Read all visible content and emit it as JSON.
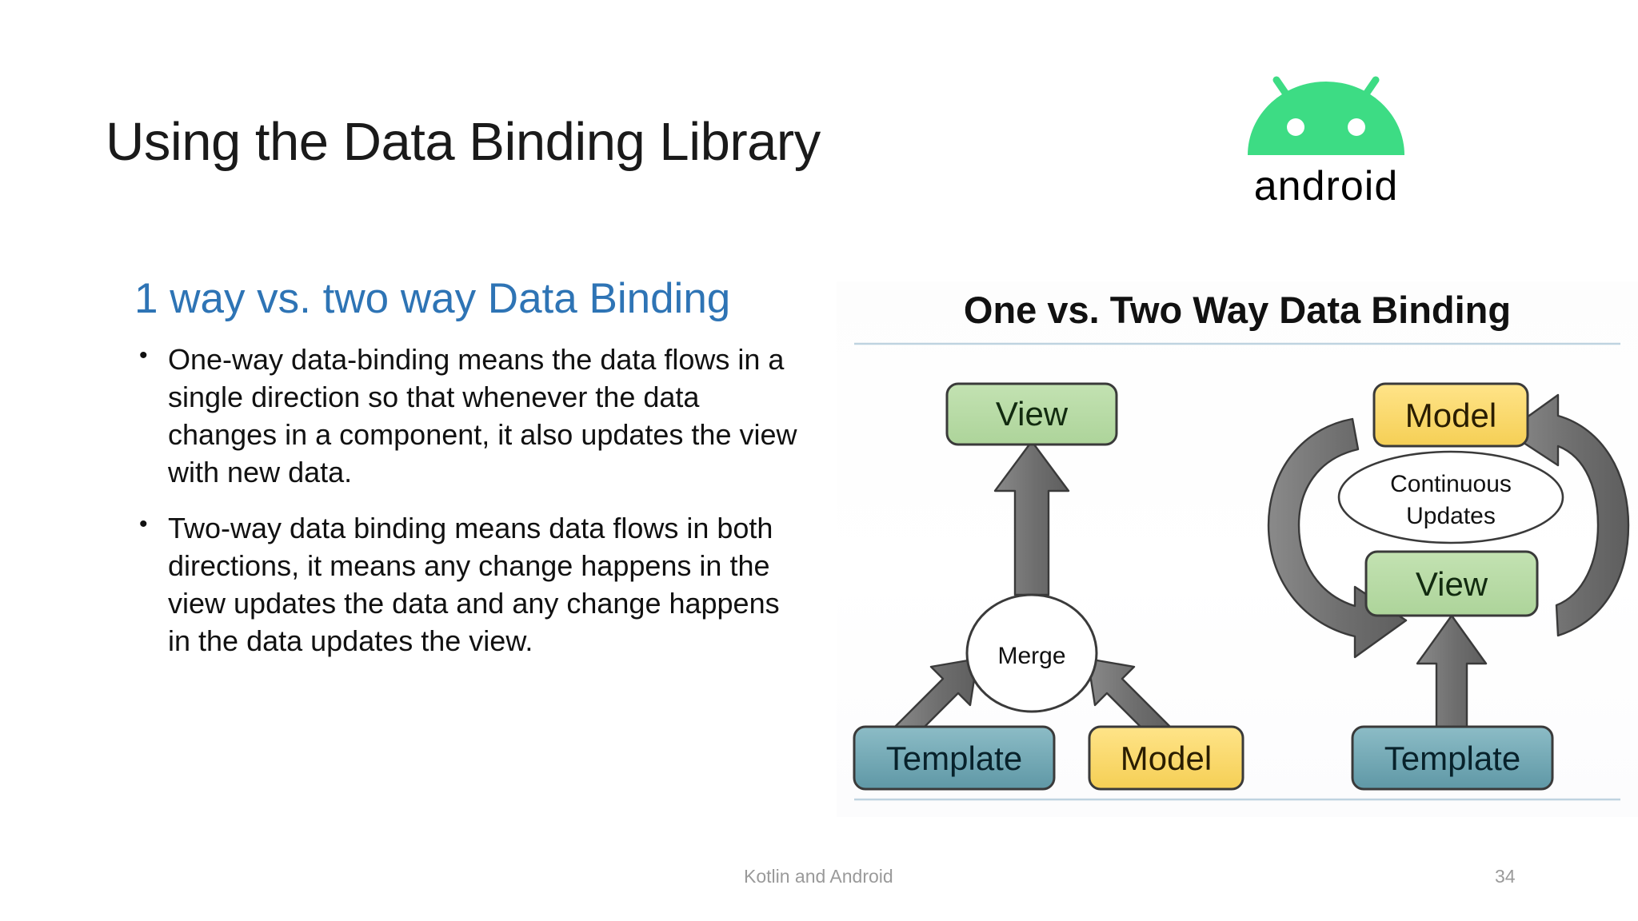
{
  "slide": {
    "title": "Using the Data Binding Library",
    "section_heading": "1 way vs. two way Data Binding",
    "bullets": [
      "One-way data-binding means the data flows in a single direction so that whenever the data changes in a component, it also updates the view with new data.",
      "Two-way data binding means data flows in both directions, it means any change happens in the view updates the data and any change happens in the data updates the view."
    ]
  },
  "logo": {
    "wordmark": "android",
    "robot_color": "#3DDC84",
    "wordmark_color": "#000000"
  },
  "footer": {
    "note": "Kotlin and Android",
    "page_number": "34"
  },
  "diagram": {
    "title": "One vs. Two Way Data Binding",
    "left_panel": {
      "name": "one-way-binding",
      "nodes": [
        {
          "id": "view",
          "label": "View",
          "shape": "rounded-rect",
          "fill": "#B7DBA4"
        },
        {
          "id": "merge",
          "label": "Merge",
          "shape": "ellipse",
          "fill": "#FFFFFF"
        },
        {
          "id": "template",
          "label": "Template",
          "shape": "rounded-rect",
          "fill": "#6FA3B0"
        },
        {
          "id": "model",
          "label": "Model",
          "shape": "rounded-rect",
          "fill": "#F9DA6C"
        }
      ],
      "edges": [
        {
          "from": "merge",
          "to": "view",
          "style": "straight-arrow"
        },
        {
          "from": "template",
          "to": "merge",
          "style": "diagonal-arrow"
        },
        {
          "from": "model",
          "to": "merge",
          "style": "diagonal-arrow"
        }
      ]
    },
    "right_panel": {
      "name": "two-way-binding",
      "nodes": [
        {
          "id": "model",
          "label": "Model",
          "shape": "rounded-rect",
          "fill": "#F9DA6C"
        },
        {
          "id": "continuous-updates",
          "label_line1": "Continuous",
          "label_line2": "Updates",
          "shape": "ellipse",
          "fill": "#FFFFFF"
        },
        {
          "id": "view",
          "label": "View",
          "shape": "rounded-rect",
          "fill": "#B7DBA4"
        },
        {
          "id": "template",
          "label": "Template",
          "shape": "rounded-rect",
          "fill": "#6FA3B0"
        }
      ],
      "edges": [
        {
          "from": "model",
          "to": "view",
          "style": "curved-arrow-left"
        },
        {
          "from": "view",
          "to": "model",
          "style": "curved-arrow-right"
        },
        {
          "from": "template",
          "to": "view",
          "style": "straight-arrow"
        }
      ]
    },
    "arrow_color": "#6E6E6E",
    "arrow_stroke": "#3A3A3A",
    "rule_color": "#BFD3E0"
  }
}
